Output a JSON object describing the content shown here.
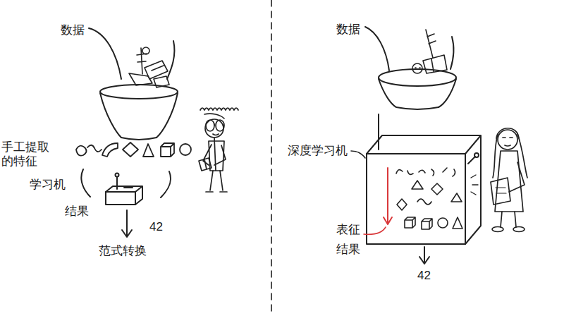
{
  "diagram": {
    "labels": [
      "数据",
      "手工提取的特征",
      "学习机",
      "结果",
      "42",
      "范式转换",
      "数据",
      "深度学习机",
      "表征",
      "结果",
      "42"
    ]
  }
}
